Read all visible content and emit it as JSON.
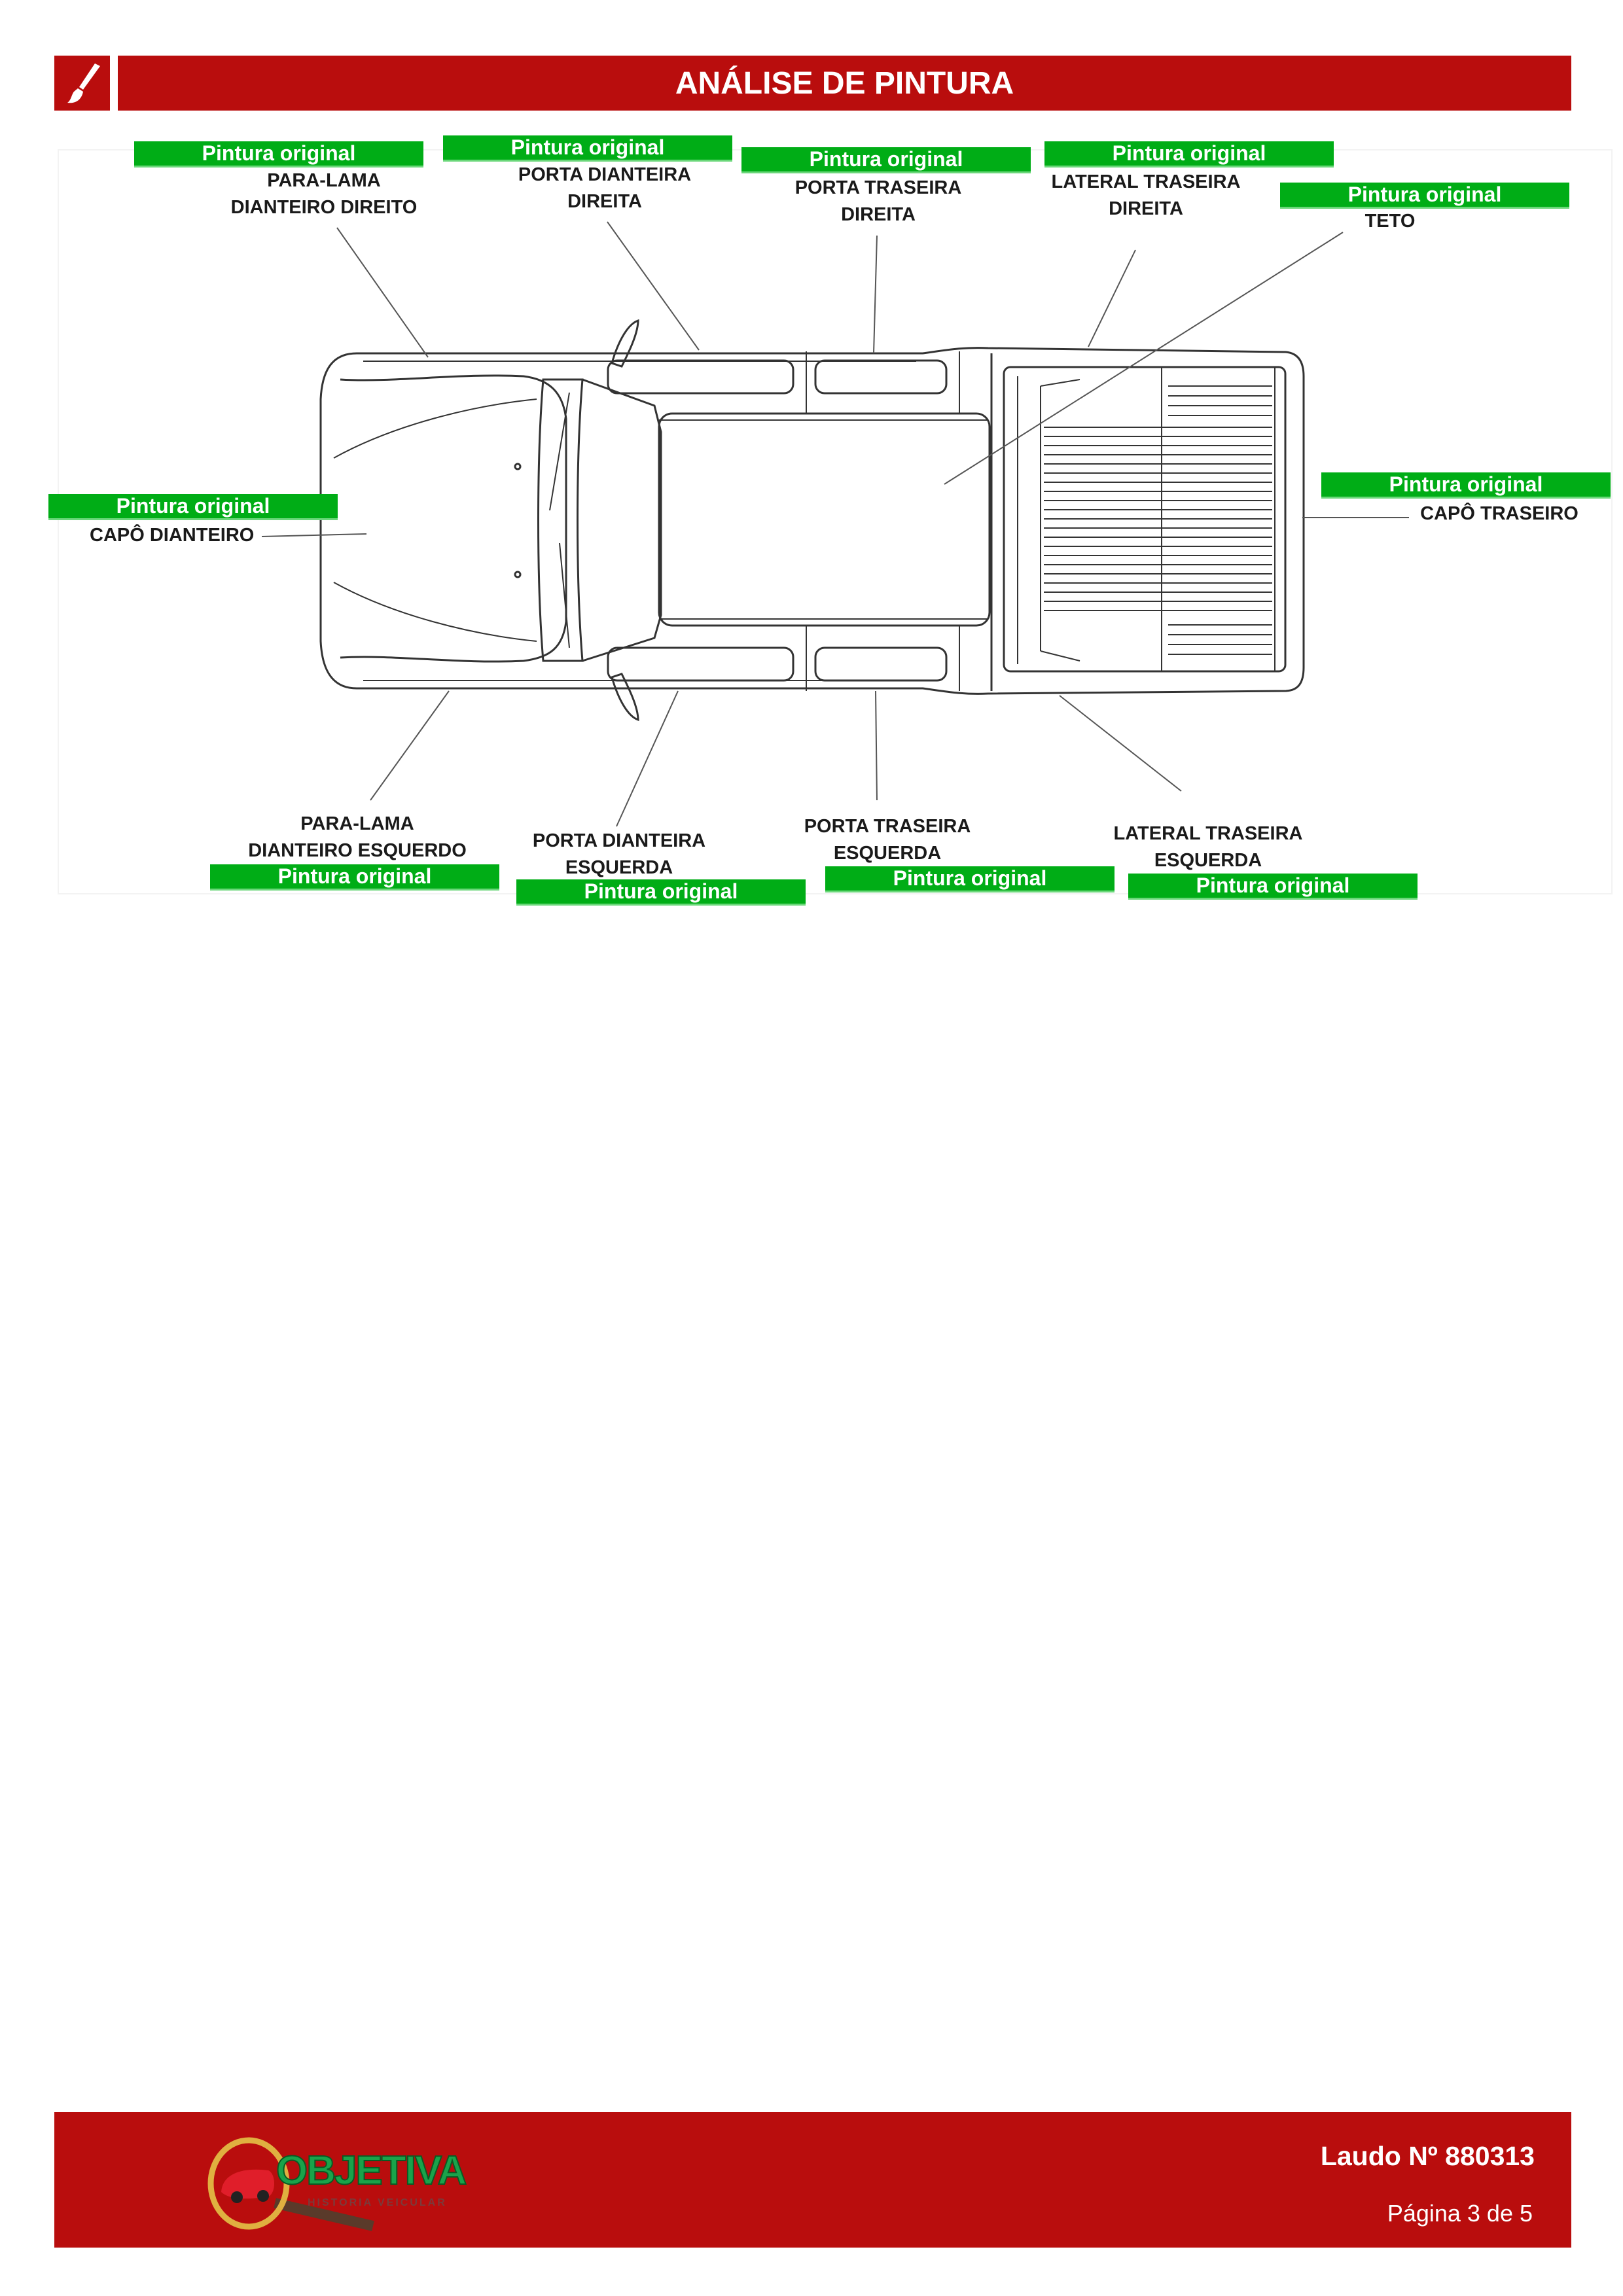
{
  "header": {
    "title": "ANÁLISE DE PINTURA",
    "icon": "paintbrush-icon"
  },
  "status_color": "#00ad16",
  "brand_color": "#b90d0d",
  "parts": {
    "para_lama_dianteiro_direito": {
      "status": "Pintura original",
      "name_line1": "PARA-LAMA",
      "name_line2": "DIANTEIRO DIREITO"
    },
    "porta_dianteira_direita": {
      "status": "Pintura original",
      "name_line1": "PORTA DIANTEIRA",
      "name_line2": "DIREITA"
    },
    "porta_traseira_direita": {
      "status": "Pintura original",
      "name_line1": "PORTA TRASEIRA",
      "name_line2": "DIREITA"
    },
    "lateral_traseira_direita": {
      "status": "Pintura original",
      "name_line1": "LATERAL TRASEIRA",
      "name_line2": "DIREITA"
    },
    "teto": {
      "status": "Pintura original",
      "name_line1": "TETO"
    },
    "capo_dianteiro": {
      "status": "Pintura original",
      "name_line1": "CAPÔ DIANTEIRO"
    },
    "capo_traseiro": {
      "status": "Pintura original",
      "name_line1": "CAPÔ TRASEIRO"
    },
    "para_lama_dianteiro_esquerdo": {
      "status": "Pintura original",
      "name_line1": "PARA-LAMA",
      "name_line2": "DIANTEIRO ESQUERDO"
    },
    "porta_dianteira_esquerda": {
      "status": "Pintura original",
      "name_line1": "PORTA DIANTEIRA",
      "name_line2": "ESQUERDA"
    },
    "porta_traseira_esquerda": {
      "status": "Pintura original",
      "name_line1": "PORTA TRASEIRA",
      "name_line2": "ESQUERDA"
    },
    "lateral_traseira_esquerda": {
      "status": "Pintura original",
      "name_line1": "LATERAL TRASEIRA",
      "name_line2": "ESQUERDA"
    }
  },
  "footer": {
    "logo_text": "OBJETIVA",
    "logo_subtext": "HISTORIA VEICULAR",
    "report_number": "Laudo Nº 880313",
    "page": "Página 3 de 5"
  }
}
